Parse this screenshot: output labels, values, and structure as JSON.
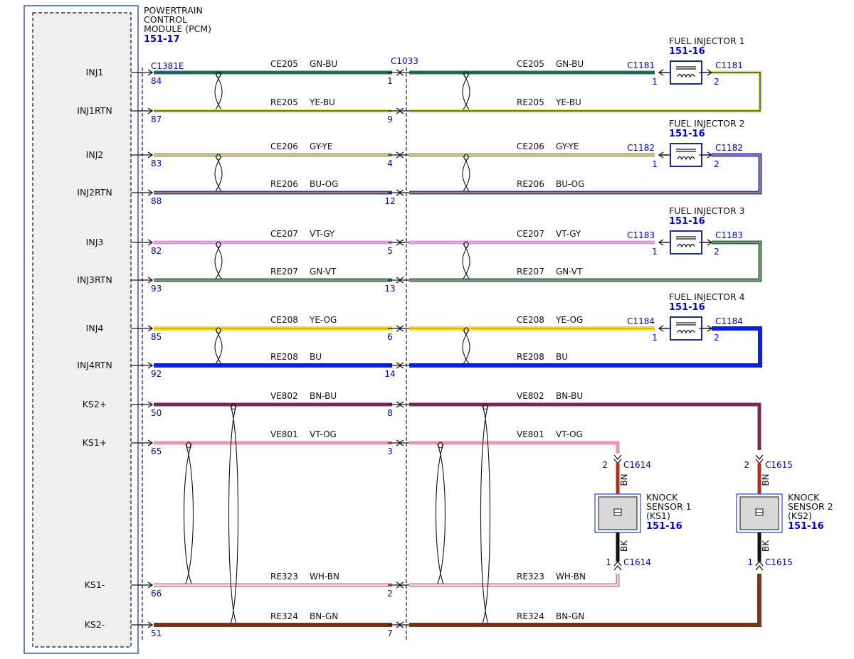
{
  "pcm": {
    "title": [
      "POWERTRAIN",
      "CONTROL",
      "MODULE (PCM)"
    ],
    "ref": "151-17",
    "connector": "C1381E",
    "signals": [
      {
        "name": "INJ1",
        "pin": "84"
      },
      {
        "name": "INJ1RTN",
        "pin": "87"
      },
      {
        "name": "INJ2",
        "pin": "83"
      },
      {
        "name": "INJ2RTN",
        "pin": "88"
      },
      {
        "name": "INJ3",
        "pin": "82"
      },
      {
        "name": "INJ3RTN",
        "pin": "93"
      },
      {
        "name": "INJ4",
        "pin": "85"
      },
      {
        "name": "INJ4RTN",
        "pin": "92"
      },
      {
        "name": "KS2+",
        "pin": "50"
      },
      {
        "name": "KS1+",
        "pin": "65"
      },
      {
        "name": "KS1-",
        "pin": "66"
      },
      {
        "name": "KS2-",
        "pin": "51"
      }
    ]
  },
  "inline_connector": {
    "name": "C1033",
    "pins": [
      "1",
      "9",
      "4",
      "12",
      "5",
      "13",
      "6",
      "14",
      "8",
      "3",
      "2",
      "7"
    ]
  },
  "circuits": [
    {
      "code": "CE205",
      "color_label": "GN-BU",
      "colors": [
        "#1f7a2a",
        "#1f3fd0"
      ]
    },
    {
      "code": "RE205",
      "color_label": "YE-BU",
      "colors": [
        "#ece83a",
        "#1f3fd0"
      ]
    },
    {
      "code": "CE206",
      "color_label": "GY-YE",
      "colors": [
        "#9a9a9a",
        "#ece83a"
      ]
    },
    {
      "code": "RE206",
      "color_label": "BU-OG",
      "colors": [
        "#1f3fd0",
        "#e88a2a"
      ]
    },
    {
      "code": "CE207",
      "color_label": "VT-GY",
      "colors": [
        "#e090e0",
        "#c8c8c8"
      ]
    },
    {
      "code": "RE207",
      "color_label": "GN-VT",
      "colors": [
        "#1f7a2a",
        "#c080c0"
      ]
    },
    {
      "code": "CE208",
      "color_label": "YE-OG",
      "colors": [
        "#f0e020",
        "#e8a030"
      ]
    },
    {
      "code": "RE208",
      "color_label": "BU",
      "colors": [
        "#0a1ee8",
        "#0a1ee8"
      ]
    },
    {
      "code": "VE802",
      "color_label": "BN-BU",
      "colors": [
        "#8a2a4a",
        "#5a2a6a"
      ]
    },
    {
      "code": "VE801",
      "color_label": "VT-OG",
      "colors": [
        "#f090b8",
        "#e8a0a0"
      ]
    },
    {
      "code": "RE323",
      "color_label": "WH-BN",
      "colors": [
        "#f0f0f0",
        "#a05050"
      ]
    },
    {
      "code": "RE324",
      "color_label": "BN-GN",
      "colors": [
        "#7a3418",
        "#7a3418"
      ]
    }
  ],
  "injectors": [
    {
      "title": "FUEL INJECTOR 1",
      "ref": "151-16",
      "connector": "C1181",
      "pin_a": "1",
      "pin_b": "2"
    },
    {
      "title": "FUEL INJECTOR 2",
      "ref": "151-16",
      "connector": "C1182",
      "pin_a": "1",
      "pin_b": "2"
    },
    {
      "title": "FUEL INJECTOR 3",
      "ref": "151-16",
      "connector": "C1183",
      "pin_a": "1",
      "pin_b": "2"
    },
    {
      "title": "FUEL INJECTOR 4",
      "ref": "151-16",
      "connector": "C1184",
      "pin_a": "1",
      "pin_b": "2"
    }
  ],
  "knock_sensors": [
    {
      "title": [
        "KNOCK",
        "SENSOR 1",
        "(KS1)"
      ],
      "ref": "151-16",
      "connector": "C1614",
      "pin_top": "2",
      "pin_bottom": "1",
      "wire_top": "BN",
      "wire_bottom": "BK"
    },
    {
      "title": [
        "KNOCK",
        "SENSOR 2",
        "(KS2)"
      ],
      "ref": "151-16",
      "connector": "C1615",
      "pin_top": "2",
      "pin_bottom": "1",
      "wire_top": "BN",
      "wire_bottom": "BK"
    }
  ],
  "colors": {
    "blue_ink": "#0000cc",
    "box_blue": "#3355cc",
    "line": "#111111",
    "sensor_red": "#b03020",
    "sensor_black": "#111111"
  }
}
